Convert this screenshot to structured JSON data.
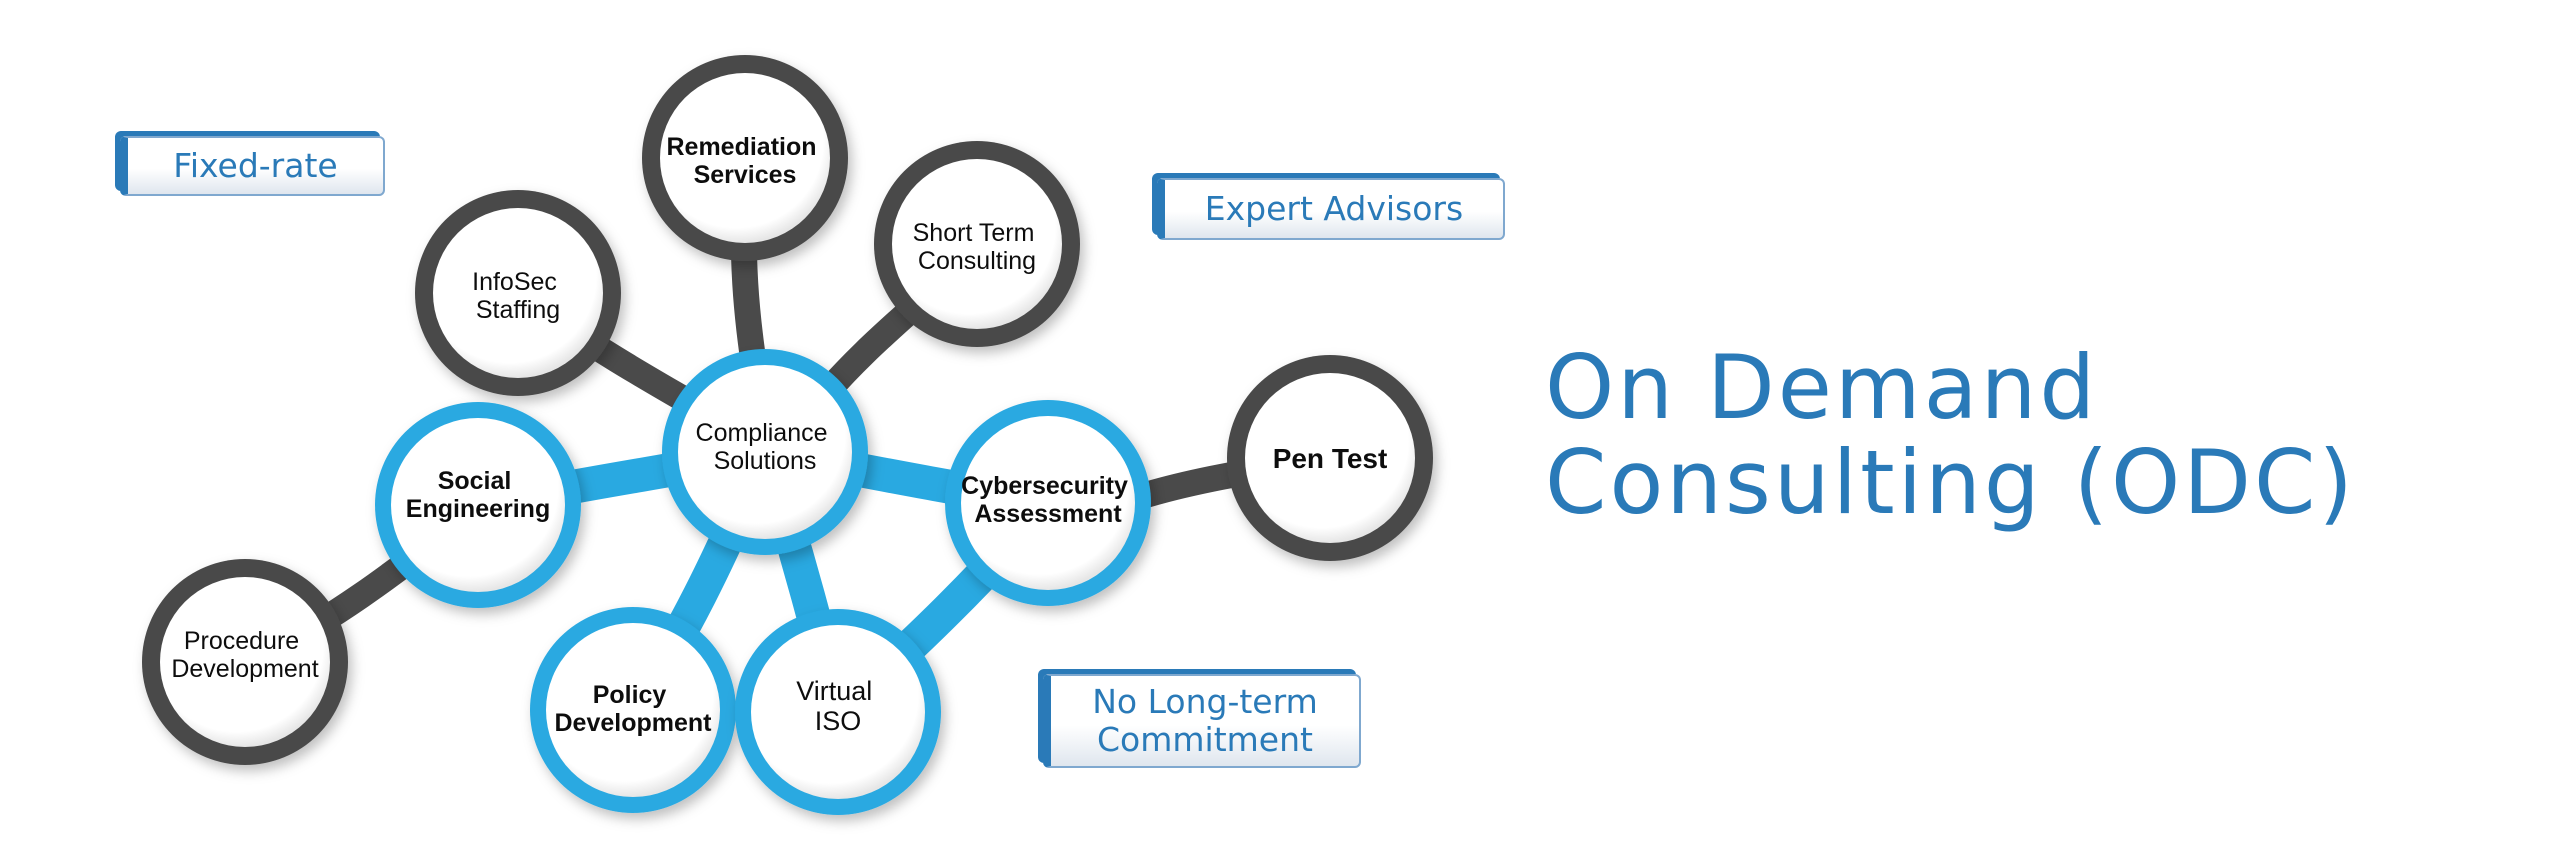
{
  "title": {
    "line1": "On Demand",
    "line2": "Consulting (ODC)"
  },
  "tags": {
    "fixed_rate": "Fixed-rate",
    "expert_advisors": "Expert Advisors",
    "no_long_term": [
      "No Long-term",
      "Commitment"
    ]
  },
  "nodes": {
    "remediation": [
      "Remediation",
      "Services"
    ],
    "short_term": [
      "Short Term",
      "Consulting"
    ],
    "infosec": [
      "InfoSec",
      "Staffing"
    ],
    "compliance": [
      "Compliance",
      "Solutions"
    ],
    "social": [
      "Social",
      "Engineering"
    ],
    "cybersecurity": [
      "Cybersecurity",
      "Assessment"
    ],
    "pen_test": [
      "Pen Test"
    ],
    "procedure": [
      "Procedure",
      "Development"
    ],
    "policy": [
      "Policy",
      "Development"
    ],
    "virtual_iso": [
      "Virtual",
      "ISO"
    ]
  },
  "colors": {
    "accent_blue": "#2a7ab8",
    "node_blue": "#29a9e1",
    "node_gray": "#4a4a4a",
    "text_dark": "#111111"
  }
}
